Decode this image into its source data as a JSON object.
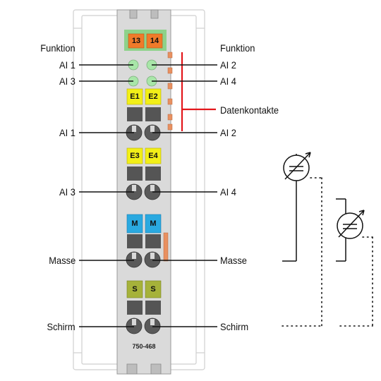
{
  "module": {
    "model": "750-468"
  },
  "chips": {
    "top_left": "13",
    "top_right": "14",
    "e1": "E1",
    "e2": "E2",
    "e3": "E3",
    "e4": "E4",
    "m_left": "M",
    "m_right": "M",
    "s_left": "S",
    "s_right": "S"
  },
  "labels": {
    "funktion_left": "Funktion",
    "funktion_right": "Funktion",
    "ai1_top": "AI 1",
    "ai2_top": "AI 2",
    "ai3_top": "AI 3",
    "ai4_top": "AI 4",
    "datenkontakte": "Datenkontakte",
    "ai1_term": "AI 1",
    "ai2_term": "AI 2",
    "ai3_term": "AI 3",
    "ai4_term": "AI 4",
    "masse_left": "Masse",
    "masse_right": "Masse",
    "schirm_left": "Schirm",
    "schirm_right": "Schirm"
  },
  "colors": {
    "housing": "#d9d9d9",
    "outline": "#c8c8c8",
    "green_header": "#8ed28a",
    "orange_chip": "#f07a2a",
    "led_green": "#a8e6a8",
    "yellow_chip": "#f2ef18",
    "blue_chip": "#2aa9e0",
    "olive_chip": "#a6b23a",
    "contact_orange": "#e89060",
    "red_bus": "#e3171b",
    "wire": "#111111"
  }
}
